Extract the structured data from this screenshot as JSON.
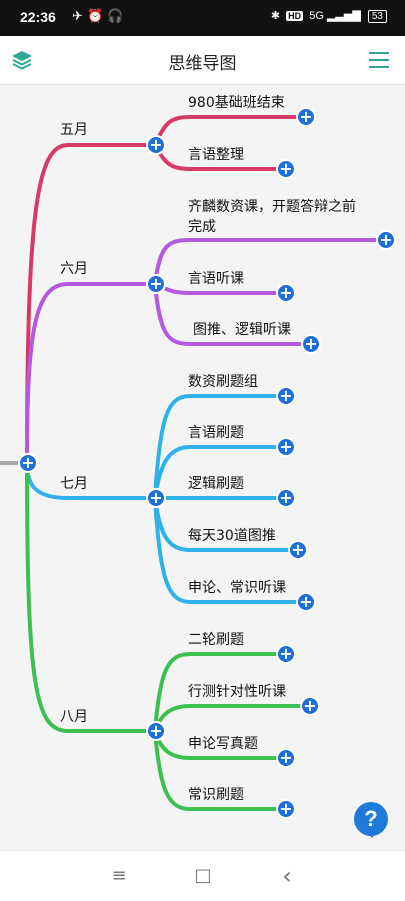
{
  "status": {
    "time": "22:36",
    "left_icons": "✈ ⏰ 🎧",
    "network": "5G",
    "hd": "HD",
    "battery": "53"
  },
  "header": {
    "title": "思维导图",
    "layers_icon": "layers-icon",
    "menu_icon": "menu-icon"
  },
  "mindmap": {
    "months": [
      {
        "label": "五月",
        "color": "#d63a66",
        "items": [
          "980基础班结束",
          "言语整理"
        ]
      },
      {
        "label": "六月",
        "color": "#b35ae0",
        "items": [
          "齐麟数资课，开题答辩之前",
          "完成",
          "言语听课",
          "图推、逻辑听课"
        ]
      },
      {
        "label": "七月",
        "color": "#2fb2ea",
        "items": [
          "数资刷题组",
          "言语刷题",
          "逻辑刷题",
          "每天30道图推",
          "申论、常识听课"
        ]
      },
      {
        "label": "八月",
        "color": "#3cc050",
        "items": [
          "二轮刷题",
          "行测针对性听课",
          "申论写真题",
          "常识刷题"
        ]
      }
    ]
  },
  "help": {
    "label": "?"
  },
  "nav": {
    "menu_glyph": "≡",
    "home_glyph": "□",
    "back_glyph": "‹"
  }
}
